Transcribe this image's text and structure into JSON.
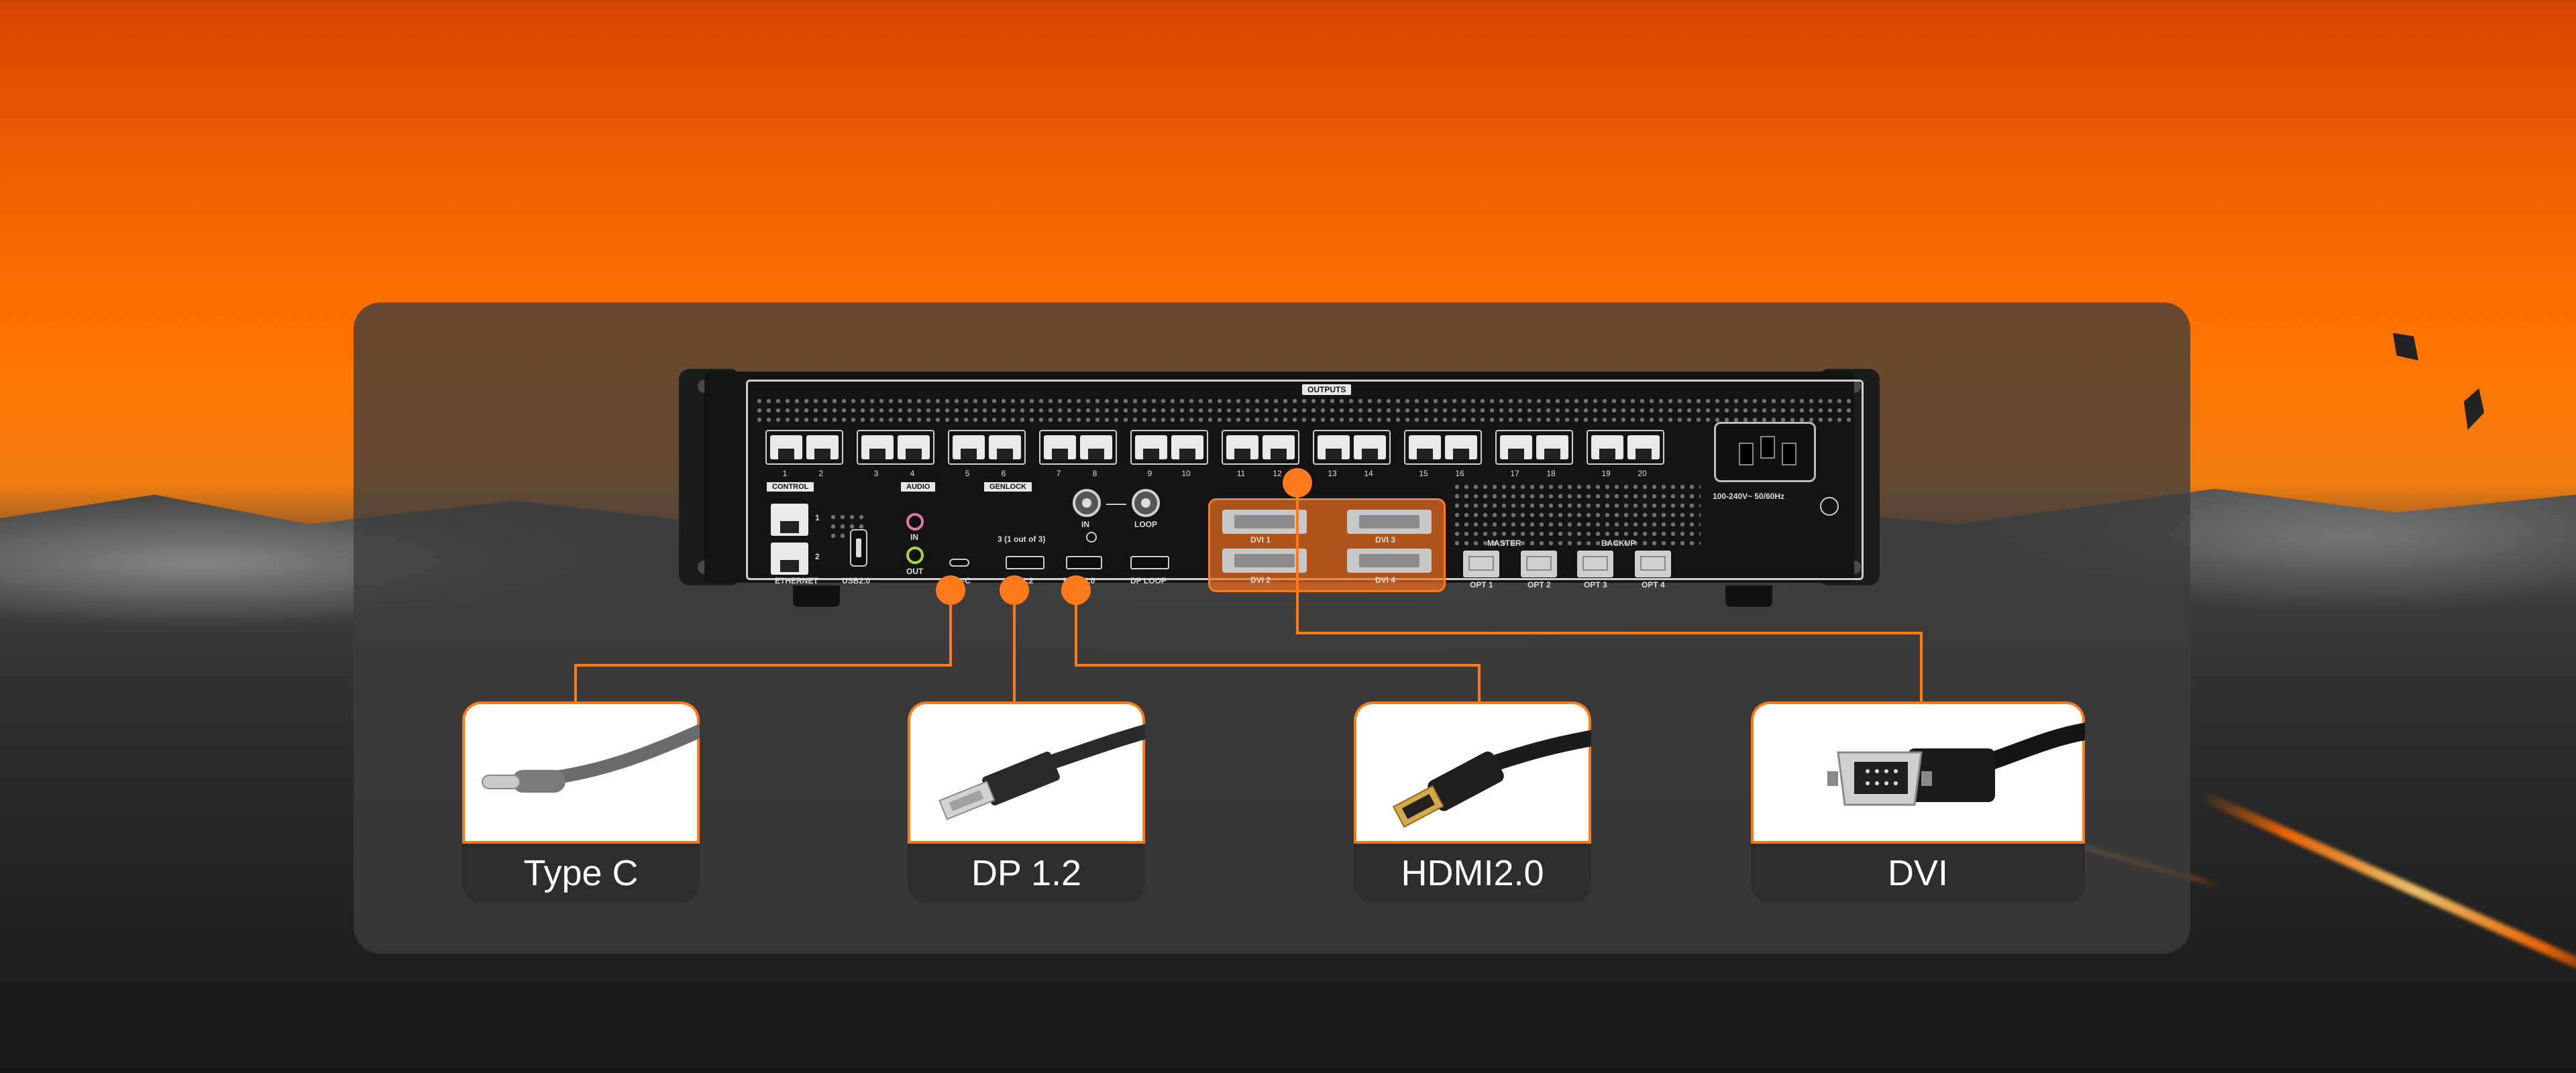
{
  "device": {
    "outputs_label": "OUTPUTS",
    "output_numbers": [
      "1",
      "2",
      "3",
      "4",
      "5",
      "6",
      "7",
      "8",
      "9",
      "10",
      "11",
      "12",
      "13",
      "14",
      "15",
      "16",
      "17",
      "18",
      "19",
      "20"
    ],
    "power_label": "100-240V~ 50/60Hz",
    "control_label": "CONTROL",
    "ethernet_label": "ETHERNET",
    "usb_label": "USB2.0",
    "audio_label": "AUDIO",
    "audio_in": "IN",
    "audio_out": "OUT",
    "genlock_label": "GENLOCK",
    "genlock_in": "IN",
    "genlock_loop": "LOOP",
    "input_group_label": "3 (1 out of 3)",
    "inputs": [
      "Type-C",
      "DP1.2",
      "HDMI2.0",
      "DP LOOP"
    ],
    "dvi_ports": [
      "DVI 1",
      "DVI 3",
      "DVI 2",
      "DVI 4"
    ],
    "master_label": "MASTER",
    "backup_label": "BACKUP",
    "opt_ports": [
      "OPT 1",
      "OPT 2",
      "OPT 3",
      "OPT 4"
    ],
    "eth_ports": [
      "1",
      "2"
    ]
  },
  "connectors": [
    {
      "label": "Type C",
      "icon": "usb-c-cable-icon"
    },
    {
      "label": "DP 1.2",
      "icon": "displayport-cable-icon"
    },
    {
      "label": "HDMI2.0",
      "icon": "hdmi-cable-icon"
    },
    {
      "label": "DVI",
      "icon": "dvi-cable-icon"
    }
  ],
  "colors": {
    "accent": "#ff7a1a",
    "panel": "#3c3c3c",
    "sky_top": "#d84500",
    "sky_mid": "#ff7400"
  }
}
